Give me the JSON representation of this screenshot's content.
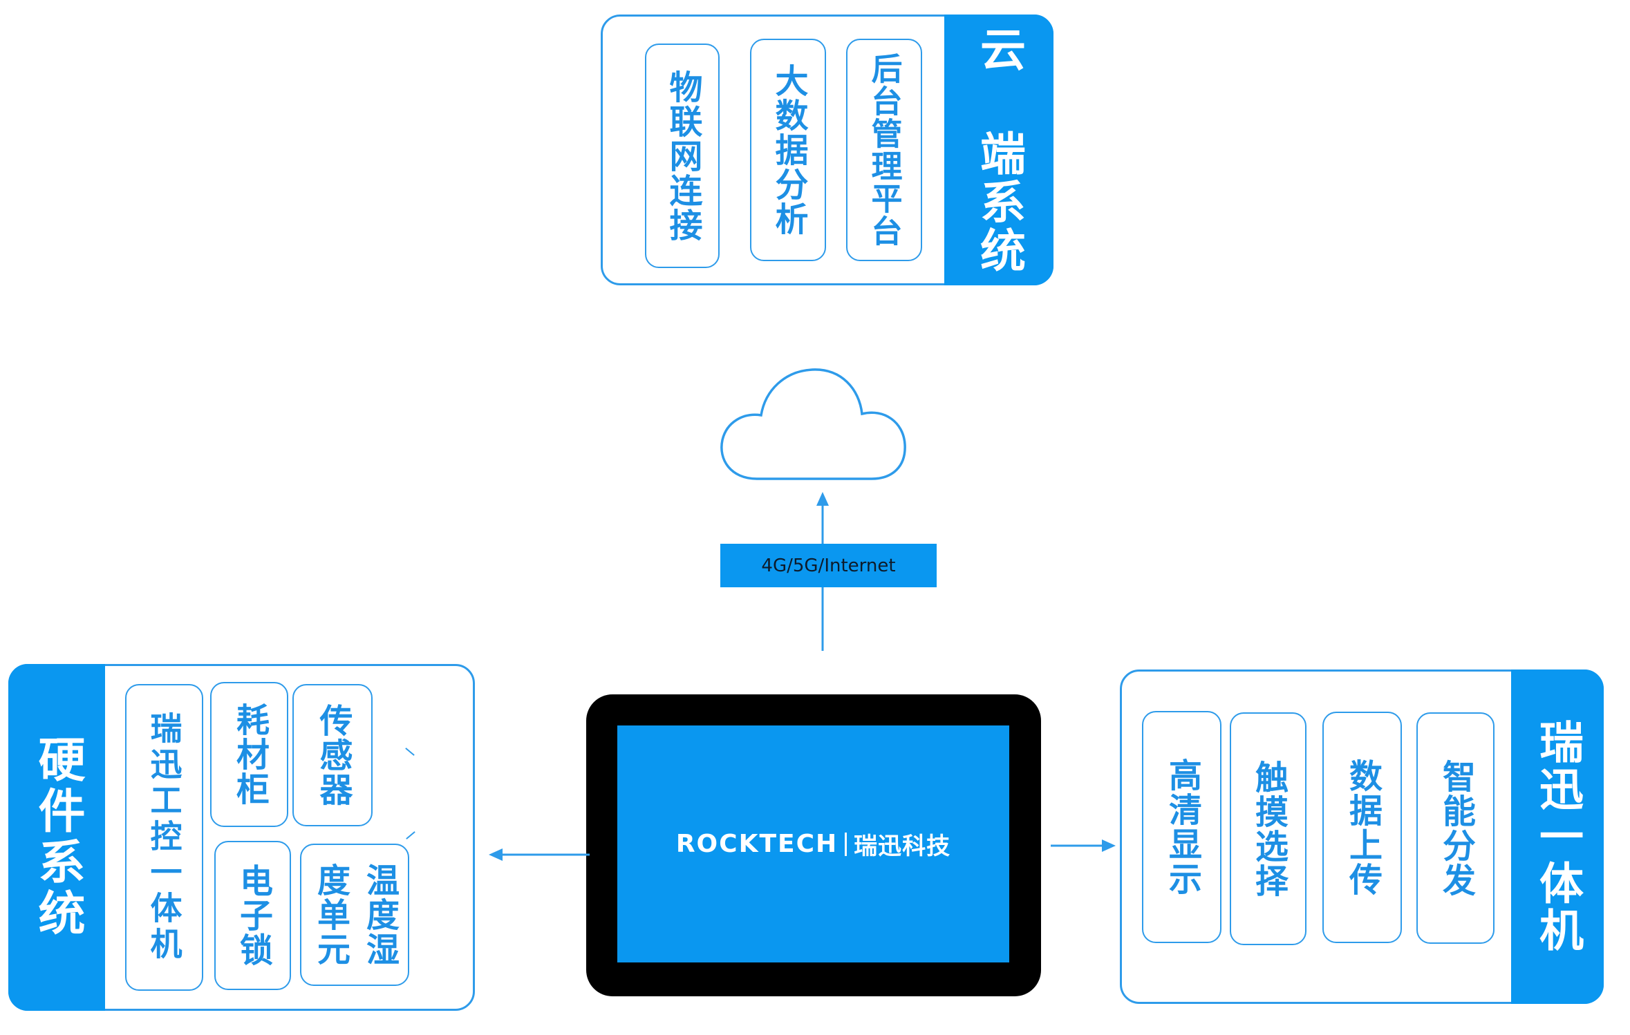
{
  "cloud_system": {
    "title": "云 端系统",
    "items": [
      "物联网连接",
      "大数据分析",
      "后台管理平台"
    ]
  },
  "network": {
    "label": "4G/5G/Internet"
  },
  "tablet": {
    "brand_en": "ROCKTECH",
    "brand_cn": "瑞迅科技"
  },
  "hardware_system": {
    "title": "硬件系统",
    "items": {
      "ipc": "瑞迅工控一体机",
      "cabinet": "耗材柜",
      "sensor": "传感器",
      "lock": "电子锁",
      "hum_col1": "温度湿",
      "hum_col2": "度单元"
    }
  },
  "all_in_one": {
    "title": "瑞迅一体机",
    "items": [
      "高清显示",
      "触摸选择",
      "数据上传",
      "智能分发"
    ]
  },
  "colors": {
    "accent": "#0a97f0",
    "border": "#2e9bea",
    "text_blue": "#1d8fe4"
  }
}
